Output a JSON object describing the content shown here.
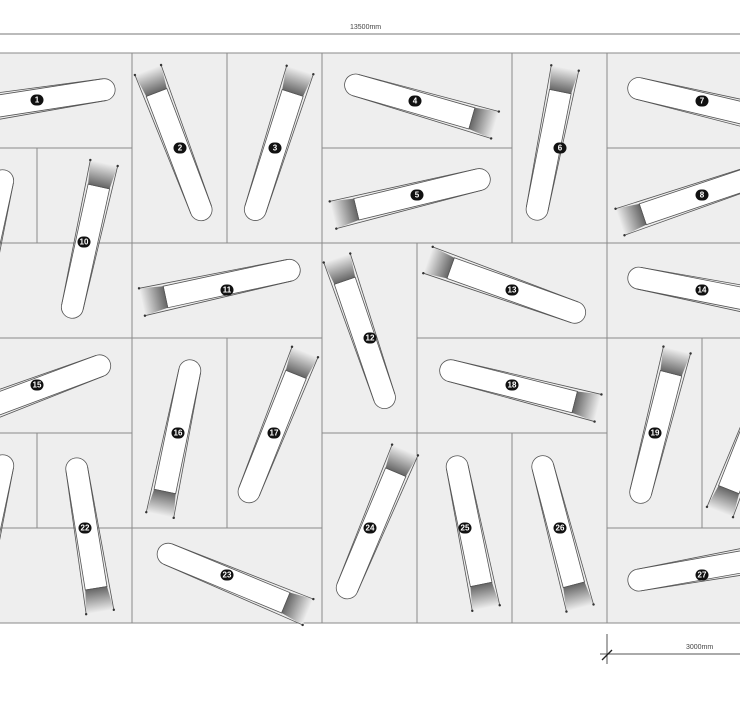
{
  "dimensions": {
    "overall_width": "13500mm",
    "module_width": "3000mm"
  },
  "pills": [
    "1",
    "2",
    "3",
    "4",
    "5",
    "6",
    "7",
    "8",
    "10",
    "11",
    "12",
    "13",
    "14",
    "15",
    "16",
    "17",
    "18",
    "19",
    "22",
    "23",
    "24",
    "25",
    "26",
    "27"
  ],
  "colors": {
    "tile": "#eeeeee",
    "line": "#8a8a8a",
    "badge": "#111111"
  }
}
